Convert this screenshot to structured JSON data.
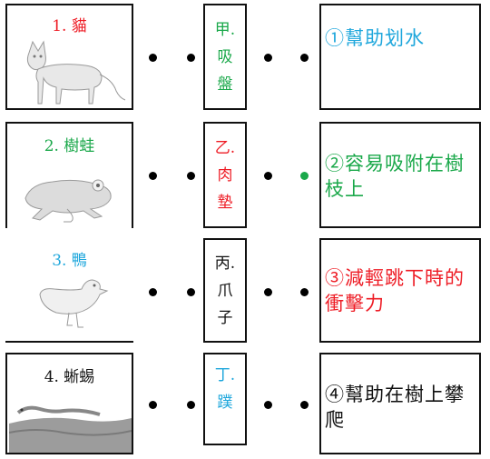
{
  "colors": {
    "red": "#ee1c25",
    "green": "#1aa84a",
    "blue": "#1fa7dc",
    "black": "#111111"
  },
  "rows": [
    {
      "animal": "1. 貓",
      "animal_color": "#ee1c25",
      "choice": [
        "甲.",
        "吸",
        "盤"
      ],
      "choice_color": "#1aa84a",
      "function": "①幫助划水",
      "function_color": "#1fa7dc",
      "image": "cat-icon"
    },
    {
      "animal": "2. 樹蛙",
      "animal_color": "#1aa84a",
      "choice": [
        "乙.",
        "肉",
        "墊"
      ],
      "choice_color": "#ee1c25",
      "function": "②容易吸附在樹枝上",
      "function_color": "#1aa84a",
      "image": "tree-frog-icon"
    },
    {
      "animal": "3. 鴨",
      "animal_color": "#1fa7dc",
      "choice": [
        "丙.",
        "爪",
        "子"
      ],
      "choice_color": "#111111",
      "function": "③減輕跳下時的衝擊力",
      "function_color": "#ee1c25",
      "image": "duck-icon"
    },
    {
      "animal": "4. 蜥蜴",
      "animal_color": "#111111",
      "choice": [
        "丁.",
        "蹼"
      ],
      "choice_color": "#1fa7dc",
      "function": "④幫助在樹上攀爬",
      "function_color": "#111111",
      "image": "lizard-icon"
    }
  ]
}
